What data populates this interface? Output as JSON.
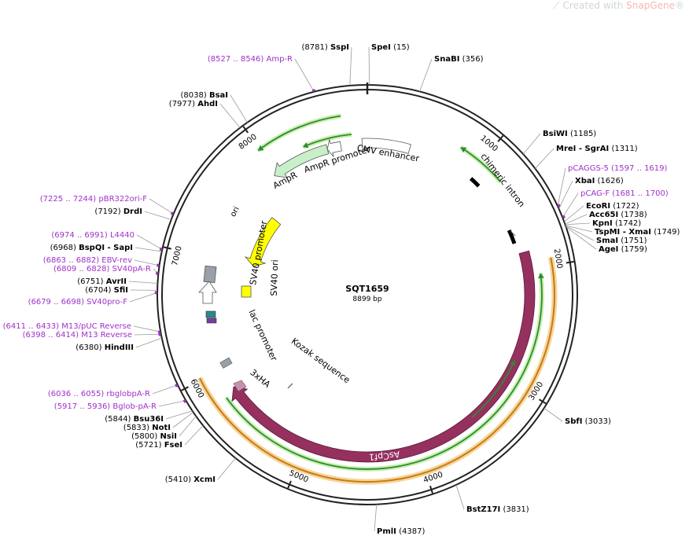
{
  "watermark": {
    "prefix": "Created with ",
    "brand": "SnapGene",
    "reg": "®"
  },
  "plasmid": {
    "name": "SQT1659",
    "size_label": "8899 bp",
    "length": 8899
  },
  "colors": {
    "primer": "#a030c8",
    "asCpf1": "#95305f",
    "ampR": "#c8f0c8",
    "ori": "#ffff00",
    "orf_green": "#2e8b2e",
    "orf_orange": "#c87a10",
    "gray": "#9aa0a8"
  },
  "ticks": [
    {
      "bp": 1000,
      "label": "1000"
    },
    {
      "bp": 2000,
      "label": "2000"
    },
    {
      "bp": 3000,
      "label": "3000"
    },
    {
      "bp": 4000,
      "label": "4000"
    },
    {
      "bp": 5000,
      "label": "5000"
    },
    {
      "bp": 6000,
      "label": "6000"
    },
    {
      "bp": 7000,
      "label": "7000"
    },
    {
      "bp": 8000,
      "label": "8000"
    }
  ],
  "sites": [
    {
      "id": "sspi",
      "name": "SspI",
      "pos": "(8781)",
      "bp": 8781
    },
    {
      "id": "spei",
      "name": "SpeI",
      "pos": "(15)",
      "bp": 15
    },
    {
      "id": "snabi",
      "name": "SnaBI",
      "pos": "(356)",
      "bp": 356
    },
    {
      "id": "bsiwi",
      "name": "BsiWI",
      "pos": "(1185)",
      "bp": 1185
    },
    {
      "id": "mrei",
      "name": "MreI - SgrAI",
      "pos": "(1311)",
      "bp": 1311
    },
    {
      "id": "xbai",
      "name": "XbaI",
      "pos": "(1626)",
      "bp": 1626
    },
    {
      "id": "ecori",
      "name": "EcoRI",
      "pos": "(1722)",
      "bp": 1722
    },
    {
      "id": "acc65i",
      "name": "Acc65I",
      "pos": "(1738)",
      "bp": 1738
    },
    {
      "id": "kpni",
      "name": "KpnI",
      "pos": "(1742)",
      "bp": 1742
    },
    {
      "id": "tspmi",
      "name": "TspMI - XmaI",
      "pos": "(1749)",
      "bp": 1749
    },
    {
      "id": "smai",
      "name": "SmaI",
      "pos": "(1751)",
      "bp": 1751
    },
    {
      "id": "agei",
      "name": "AgeI",
      "pos": "(1759)",
      "bp": 1759
    },
    {
      "id": "sbfi",
      "name": "SbfI",
      "pos": "(3033)",
      "bp": 3033
    },
    {
      "id": "bstz17i",
      "name": "BstZ17I",
      "pos": "(3831)",
      "bp": 3831
    },
    {
      "id": "pmli",
      "name": "PmlI",
      "pos": "(4387)",
      "bp": 4387
    },
    {
      "id": "xcmi",
      "name": "XcmI",
      "pos": "(5410)",
      "bp": 5410
    },
    {
      "id": "fsei",
      "name": "FseI",
      "pos": "(5721)",
      "bp": 5721
    },
    {
      "id": "nsii",
      "name": "NsiI",
      "pos": "(5800)",
      "bp": 5800
    },
    {
      "id": "noti",
      "name": "NotI",
      "pos": "(5833)",
      "bp": 5833
    },
    {
      "id": "bsu36i",
      "name": "Bsu36I",
      "pos": "(5844)",
      "bp": 5844
    },
    {
      "id": "hindiii",
      "name": "HindIII",
      "pos": "(6380)",
      "bp": 6380
    },
    {
      "id": "sfii",
      "name": "SfiI",
      "pos": "(6704)",
      "bp": 6704
    },
    {
      "id": "avrii",
      "name": "AvrII",
      "pos": "(6751)",
      "bp": 6751
    },
    {
      "id": "bspqi",
      "name": "BspQI - SapI",
      "pos": "(6968)",
      "bp": 6968
    },
    {
      "id": "drdi",
      "name": "DrdI",
      "pos": "(7192)",
      "bp": 7192
    },
    {
      "id": "ahdi",
      "name": "AhdI",
      "pos": "(7977)",
      "bp": 7977
    },
    {
      "id": "bsai",
      "name": "BsaI",
      "pos": "(8038)",
      "bp": 8038
    }
  ],
  "primers": [
    {
      "id": "ampr-primer",
      "name": "Amp-R",
      "range": "(8527 .. 8546)",
      "bp": 8536
    },
    {
      "id": "pcaggs5",
      "name": "pCAGGS-5",
      "range": "(1597 .. 1619)",
      "bp": 1608
    },
    {
      "id": "pcagf",
      "name": "pCAG-F",
      "range": "(1681 .. 1700)",
      "bp": 1690
    },
    {
      "id": "pbr322",
      "name": "pBR322ori-F",
      "range": "(7225 .. 7244)",
      "bp": 7234
    },
    {
      "id": "l4440",
      "name": "L4440",
      "range": "(6974 .. 6991)",
      "bp": 6982
    },
    {
      "id": "ebvrev",
      "name": "EBV-rev",
      "range": "(6863 .. 6882)",
      "bp": 6872
    },
    {
      "id": "sv40par",
      "name": "SV40pA-R",
      "range": "(6809 .. 6828)",
      "bp": 6818
    },
    {
      "id": "sv40prof",
      "name": "SV40pro-F",
      "range": "(6679 .. 6698)",
      "bp": 6688
    },
    {
      "id": "m13puc",
      "name": "M13/pUC Reverse",
      "range": "(6411 .. 6433)",
      "bp": 6422
    },
    {
      "id": "m13rev",
      "name": "M13 Reverse",
      "range": "(6398 .. 6414)",
      "bp": 6406
    },
    {
      "id": "rbglobpar",
      "name": "rbglobpA-R",
      "range": "(6036 .. 6055)",
      "bp": 6045
    },
    {
      "id": "bglobpar",
      "name": "Bglob-pA-R",
      "range": "(5917 .. 5936)",
      "bp": 5926
    }
  ],
  "features": {
    "cmv": "CMV enhancer",
    "ampr_promoter": "AmpR promoter",
    "ampr": "AmpR",
    "ori": "ori",
    "chimeric": "chimeric intron",
    "sv40_promoter": "SV40 promoter",
    "sv40_ori": "SV40 ori",
    "lac": "lac promoter",
    "kozak": "Kozak sequence",
    "ha": "3xHA",
    "ascpf1": "AsCpf1"
  }
}
